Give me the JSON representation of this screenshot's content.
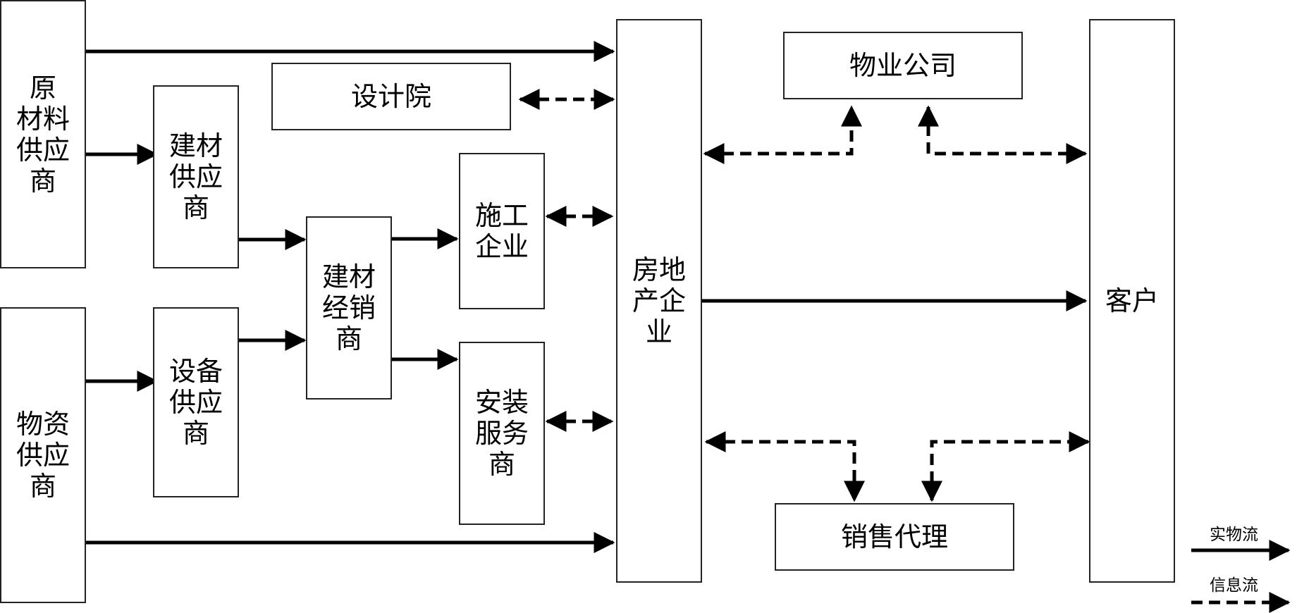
{
  "nodes": {
    "raw_material_supplier": "原\n材料\n供应\n商",
    "material_goods_supplier": "物资\n供应\n商",
    "building_material_supplier": "建材\n供应\n商",
    "equipment_supplier": "设备\n供应\n商",
    "design_institute": "设计院",
    "building_material_distributor": "建材\n经销\n商",
    "construction_enterprise": "施工\n企业",
    "installation_service_provider": "安装\n服务\n商",
    "real_estate_enterprise": "房地\n产企\n业",
    "property_company": "物业公司",
    "sales_agent": "销售代理",
    "customer": "客户"
  },
  "legend": {
    "physical_flow": "实物流",
    "information_flow": "信息流"
  },
  "colors": {
    "line": "#000000",
    "border": "#222222",
    "background": "#ffffff"
  }
}
